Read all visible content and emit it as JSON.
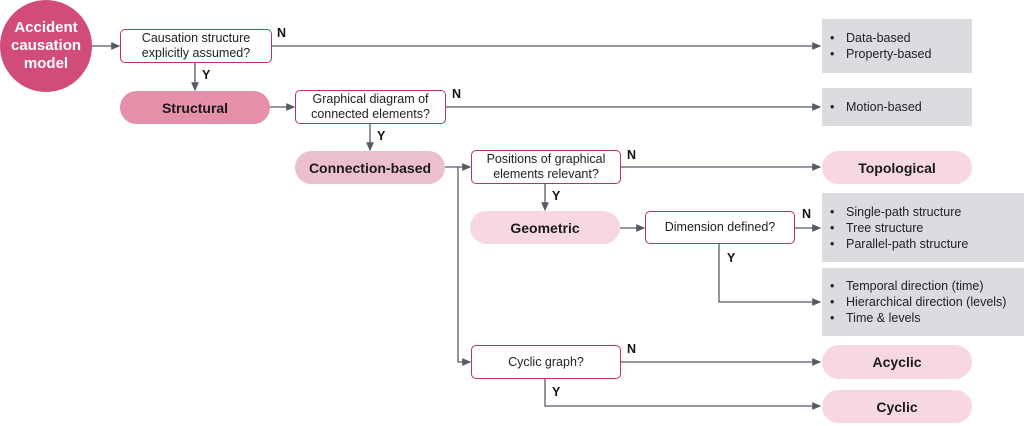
{
  "start": {
    "label": "Accident causation model"
  },
  "questions": {
    "causation": "Causation structure explicitly assumed?",
    "graphical": "Graphical diagram of connected elements?",
    "positions": "Positions of graphical elements relevant?",
    "dimension": "Dimension defined?",
    "cyclic": "Cyclic graph?"
  },
  "categories": {
    "structural": "Structural",
    "connection_based": "Connection-based",
    "geometric": "Geometric",
    "topological": "Topological",
    "acyclic": "Acyclic",
    "cyclic": "Cyclic"
  },
  "lists": {
    "non_structural": [
      "Data-based",
      "Property-based"
    ],
    "non_graphical": [
      "Motion-based"
    ],
    "dimension_undefined": [
      "Single-path structure",
      "Tree structure",
      "Parallel-path structure"
    ],
    "dimension_defined": [
      "Temporal direction (time)",
      "Hierarchical direction (levels)",
      "Time & levels"
    ]
  },
  "branch_labels": {
    "yes": "Y",
    "no": "N"
  },
  "colors": {
    "start": "#d14c79",
    "structural": "#e58fa9",
    "connection_based": "#ecbfcd",
    "leaf": "#f7d8e2",
    "question_border": "#b8355f",
    "list_bg": "#dcdbe0",
    "connector": "#555a66"
  }
}
